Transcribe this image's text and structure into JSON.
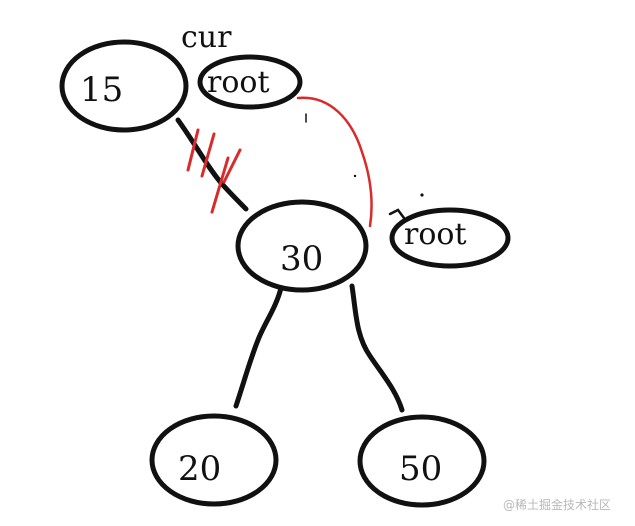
{
  "nodes": {
    "n15": "15",
    "n30": "30",
    "n20": "20",
    "n50": "50"
  },
  "pointers": {
    "cur": "cur",
    "root_top": "root",
    "root_right": "root"
  },
  "watermark": "@稀土掘金技术社区",
  "colors": {
    "ink": "#111111",
    "pointer": "#d92b2b",
    "watermark": "#b8b8b8"
  }
}
